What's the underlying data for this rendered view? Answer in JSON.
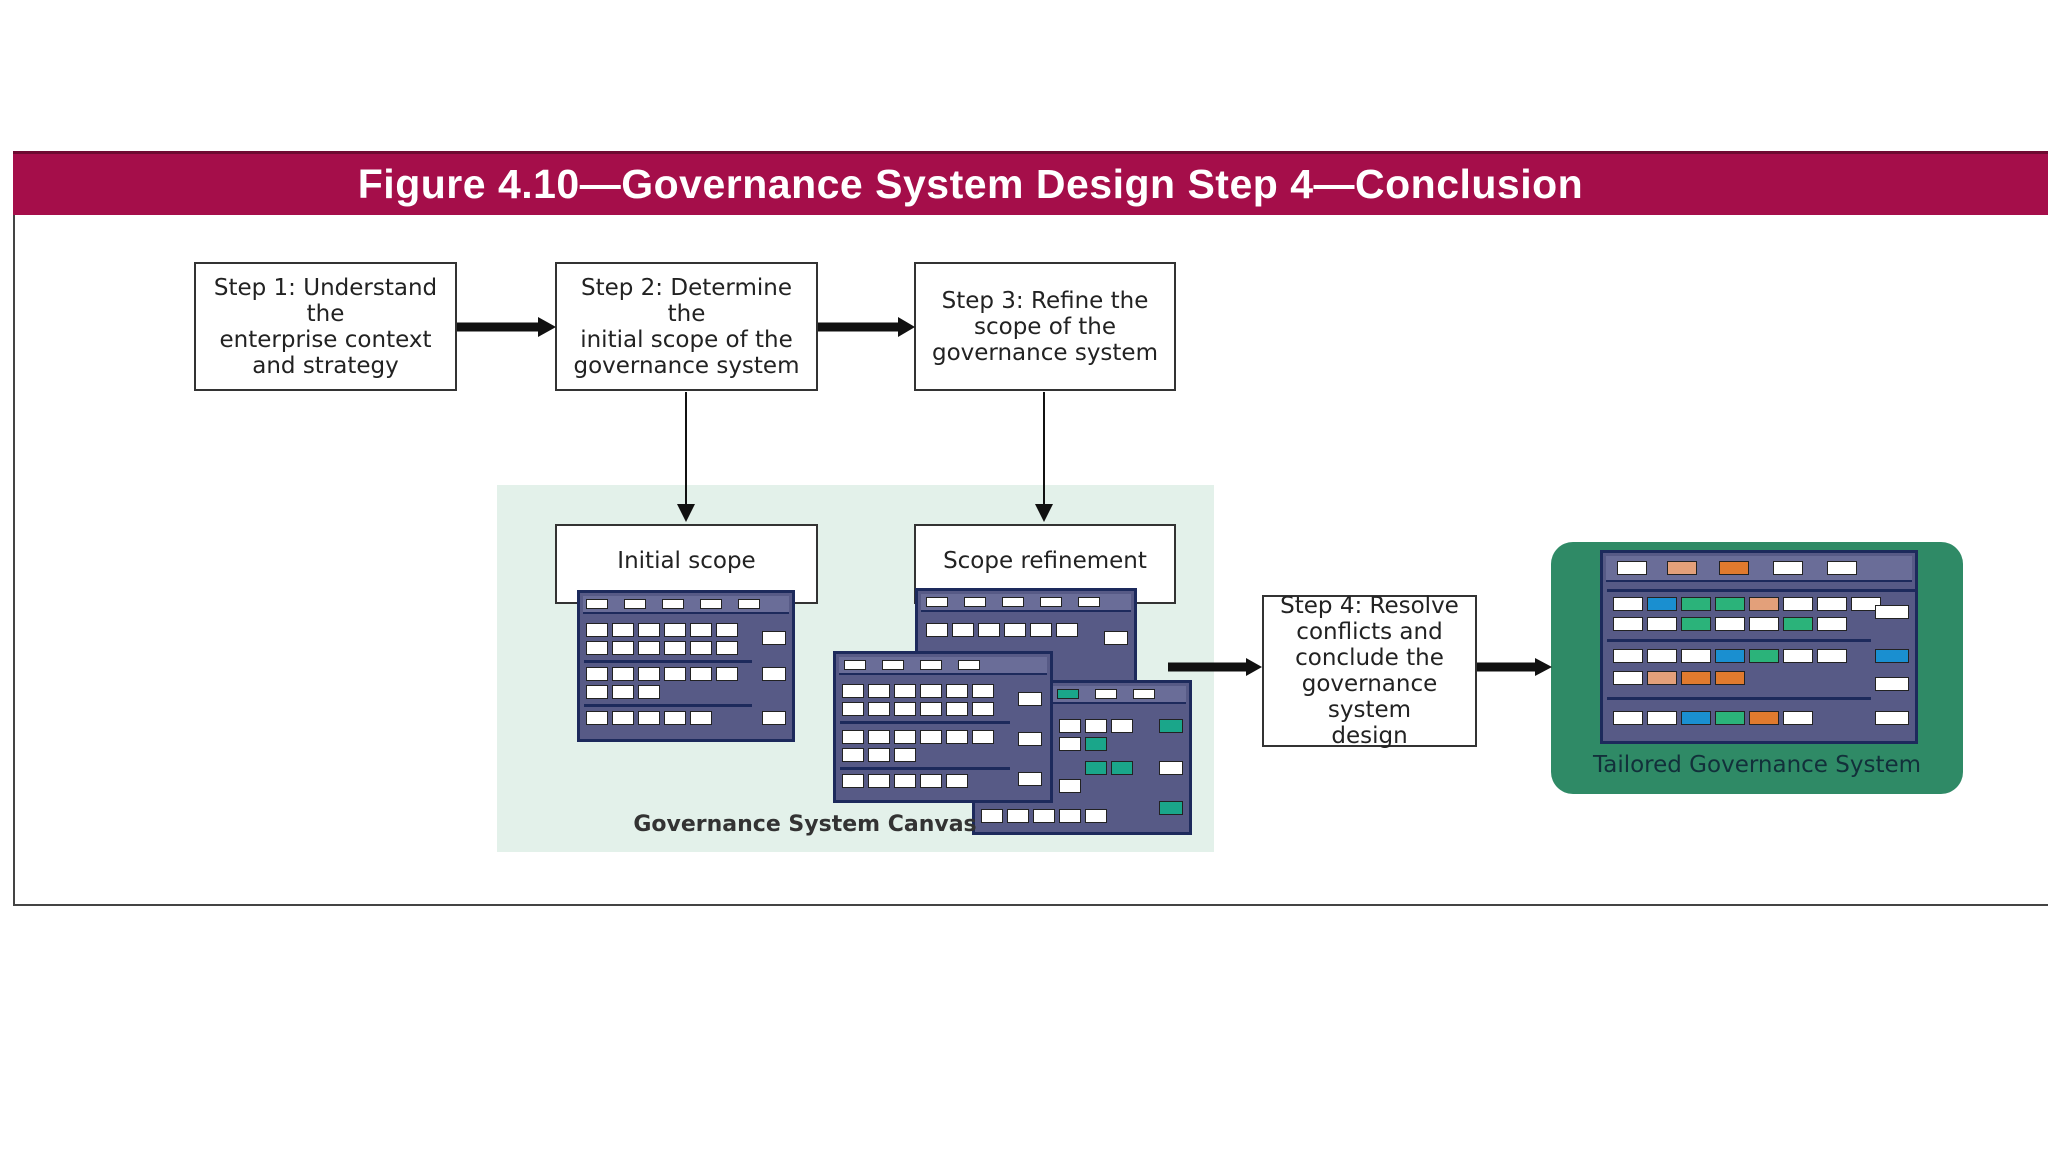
{
  "figure": {
    "title": "Figure 4.10—Governance System Design Step 4—Conclusion",
    "header_color": "#a50e4a"
  },
  "steps": [
    {
      "label": "Step 1:  Understand the\nenterprise context\nand strategy"
    },
    {
      "label": "Step 2:  Determine the\ninitial scope of the\ngovernance system"
    },
    {
      "label": "Step 3:  Refine the\nscope of the\ngovernance system"
    },
    {
      "label": "Step 4:  Resolve\nconflicts and\nconclude the\ngovernance system\ndesign"
    }
  ],
  "canvas": {
    "initial_scope_label": "Initial scope",
    "scope_refinement_label": "Scope refinement",
    "canvas_label": "Governance System Canvas",
    "background": "#e3f1ea"
  },
  "tailored": {
    "label": "Tailored Governance System",
    "background": "#2f8a66"
  }
}
